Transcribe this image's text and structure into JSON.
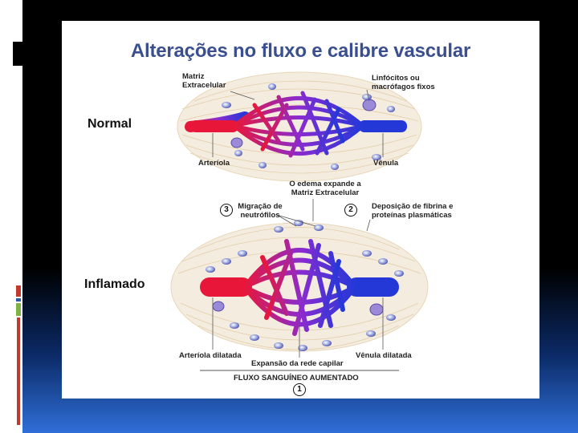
{
  "title": "Alterações no fluxo e calibre vascular",
  "normal": {
    "state_label": "Normal",
    "matrix_label": "Matriz Extracelular",
    "lymph_label": "Linfócitos ou macrófagos fixos",
    "arteriole_label": "Arteríola",
    "venule_label": "Vênula"
  },
  "inflamed": {
    "state_label": "Inflamado",
    "edema_label": "O edema expande a Matriz Extracelular",
    "migration_label": "Migração de neutrófilos",
    "deposition_label": "Deposição de fibrina e proteínas plasmáticas",
    "arteriole_label": "Arteríola dilatada",
    "capillary_label": "Expansão da rede capilar",
    "venule_label": "Vênula dilatada",
    "flow_label": "FLUXO SANGUÍNEO AUMENTADO",
    "num_1": "1",
    "num_2": "2",
    "num_3": "3"
  },
  "colors": {
    "title": "#3a4f8f",
    "artery": "#e8173a",
    "vein": "#2438d8",
    "matrix": "#e7d7b8"
  }
}
